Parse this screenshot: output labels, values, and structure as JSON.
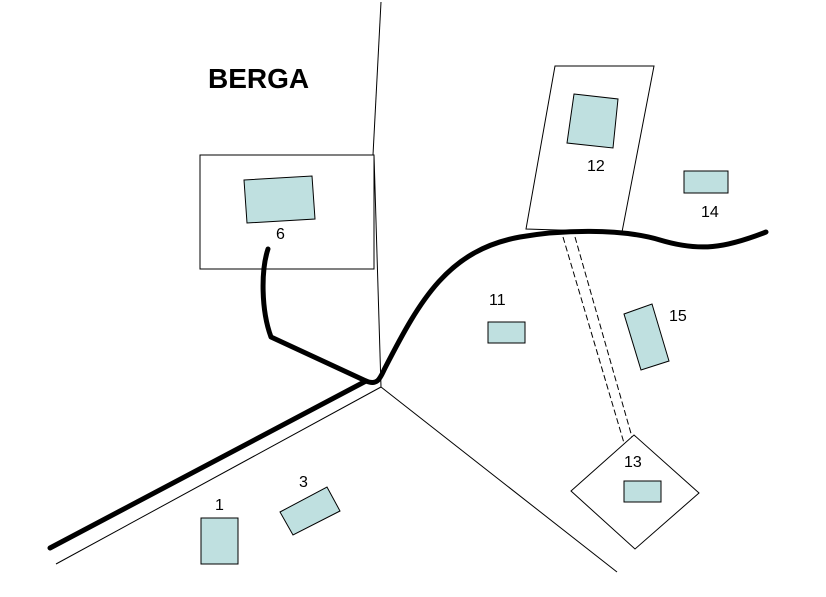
{
  "colors": {
    "background": "#ffffff",
    "building_fill": "#bfe0e0",
    "line": "#000000"
  },
  "place_name": "BERGA",
  "buildings": [
    {
      "id": "1",
      "label": "1"
    },
    {
      "id": "3",
      "label": "3"
    },
    {
      "id": "6",
      "label": "6"
    },
    {
      "id": "11",
      "label": "11"
    },
    {
      "id": "12",
      "label": "12"
    },
    {
      "id": "13",
      "label": "13"
    },
    {
      "id": "14",
      "label": "14"
    },
    {
      "id": "15",
      "label": "15"
    }
  ]
}
